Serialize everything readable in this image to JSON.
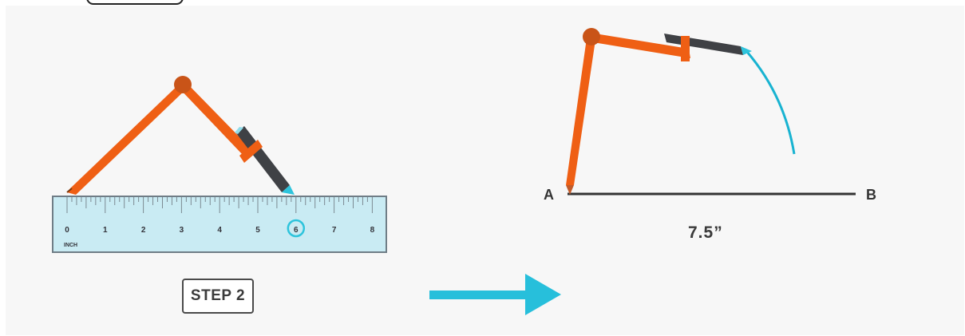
{
  "step_label": "STEP 2",
  "ruler": {
    "unit_label": "INCH",
    "ticks": [
      "0",
      "1",
      "2",
      "3",
      "4",
      "5",
      "6",
      "7",
      "8"
    ],
    "highlighted_tick": "6"
  },
  "line_segment": {
    "start_label": "A",
    "end_label": "B",
    "length_label": "7.5”"
  },
  "icons": {
    "compass_left": "compass-icon",
    "compass_right": "compass-icon",
    "arrow": "arrow-right-icon"
  },
  "colors": {
    "compass": "#ef5f14",
    "pencil_body": "#3f4145",
    "pencil_tip": "#2ec4dc",
    "arc": "#18b3d1",
    "arrow": "#27bfdb",
    "ruler_fill": "#c9ebf3",
    "ruler_border": "#6f7d86"
  }
}
